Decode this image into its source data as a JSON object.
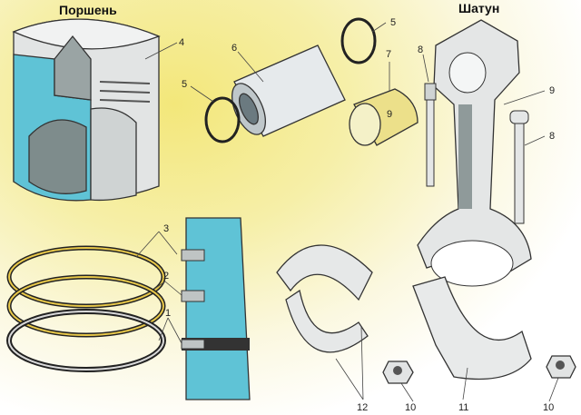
{
  "titles": {
    "piston": "Поршень",
    "connecting_rod": "Шатун"
  },
  "callouts": {
    "piston": "4",
    "pin": "6",
    "circlip_left": "5",
    "circlip_right": "5",
    "bushing": "7",
    "bushing_mark": "9",
    "rod_body": "9",
    "bolt_left": "8",
    "bolt_right": "8",
    "ring_top": "3",
    "ring_middle": "2",
    "ring_oil": "1",
    "bearing_shells": "12",
    "nut_left": "10",
    "rod_cap": "11",
    "nut_right": "10"
  },
  "colors": {
    "section": "#5fc3d6",
    "metal": "#e4e6e6",
    "shadow": "#8f9a9a",
    "ink": "#222222"
  }
}
